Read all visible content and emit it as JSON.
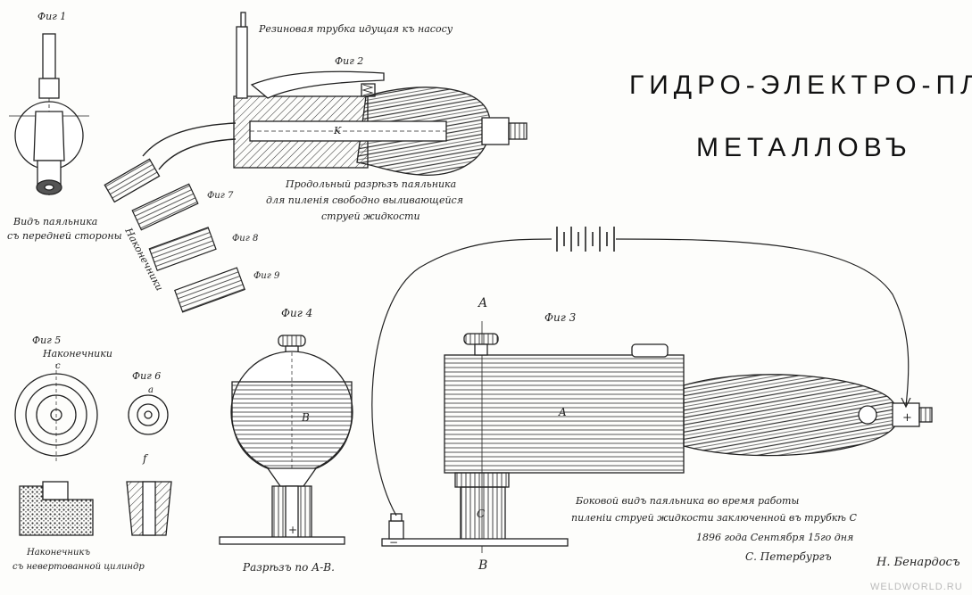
{
  "title": {
    "line1": "ГИДРО-ЭЛЕКТРО-ПЛАВКА",
    "line2": "МЕТАЛЛОВЪ"
  },
  "fig_labels": {
    "fig1": "Фиг 1",
    "fig2": "Фиг 2",
    "fig3": "Фиг 3",
    "fig4": "Фиг 4",
    "fig5": "Фиг 5",
    "fig6": "Фиг 6",
    "fig7": "Фиг 7",
    "fig8": "Фиг 8",
    "fig9": "Фиг 9"
  },
  "captions": {
    "top_note": "Резиновая трубка идущая къ насосу",
    "front_view_1": "Видъ паяльника",
    "front_view_2": "съ передней стороны",
    "longitudinal_1": "Продольный разрѣзъ паяльника",
    "longitudinal_2": "для пиленія свободно выливающейся",
    "longitudinal_3": "струей жидкости",
    "tips_vertical": "Наконечники",
    "tips_title": "Наконечники",
    "tips_bottom_1": "Наконечникъ",
    "tips_bottom_2": "съ невертованной цилиндр",
    "section_ab": "Разрѣзъ по А-В.",
    "side_view_1": "Боковой видъ паяльника во время работы",
    "side_view_2": "пиленіи струей жидкости заключенной въ трубкѣ С",
    "date": "1896 года Сентября 15го дня",
    "city": "С. Петербургъ",
    "signature": "Н. Бенардосъ"
  },
  "letters": {
    "A_top": "A",
    "B_bottom": "B",
    "A_body": "A",
    "B_body": "B",
    "C_body": "C",
    "plus": "+",
    "minus": "−",
    "K": "K",
    "c": "c",
    "f": "f",
    "a": "a"
  },
  "watermark": "WELDWORLD.RU"
}
